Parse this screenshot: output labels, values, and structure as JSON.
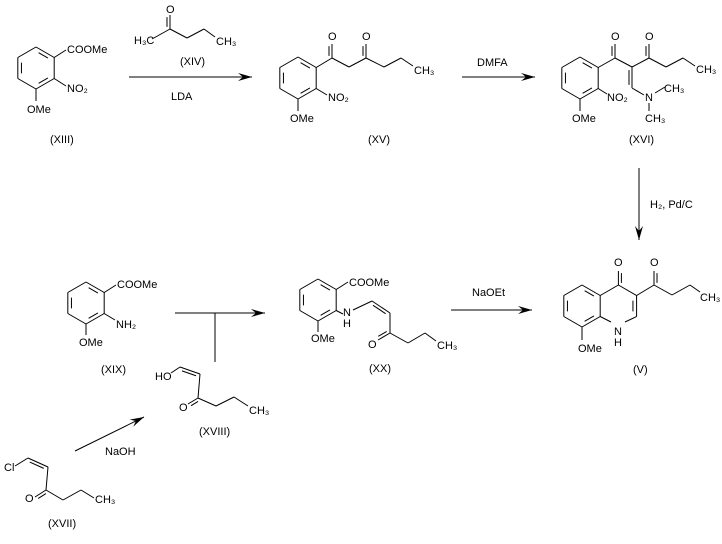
{
  "compounds": {
    "XIII": {
      "label": "(XIII)",
      "ester": "COOMe",
      "nitro": "NO₂",
      "methoxy": "OMe"
    },
    "XIV": {
      "label": "(XIV)",
      "left_methyl": "H₃C",
      "oxygen": "O",
      "right_methyl": "CH₃"
    },
    "XV": {
      "label": "(XV)",
      "oxygen1": "O",
      "oxygen2": "O",
      "methyl": "CH₃",
      "nitro": "NO₂",
      "methoxy": "OMe"
    },
    "XVI": {
      "label": "(XVI)",
      "oxygen1": "O",
      "oxygen2": "O",
      "methyl": "CH₃",
      "nitro": "NO₂",
      "methoxy": "OMe",
      "nitrogen": "N",
      "n_methyl1": "CH₃",
      "n_methyl2": "CH₃"
    },
    "XIX": {
      "label": "(XIX)",
      "ester": "COOMe",
      "amine": "NH₂",
      "methoxy": "OMe"
    },
    "XVIII": {
      "label": "(XVIII)",
      "hydroxy": "HO",
      "oxygen": "O",
      "methyl": "CH₃"
    },
    "XVII": {
      "label": "(XVII)",
      "chloro": "Cl",
      "oxygen": "O",
      "methyl": "CH₃"
    },
    "XX": {
      "label": "(XX)",
      "ester": "COOMe",
      "nitrogen": "N",
      "hydrogen": "H",
      "methoxy": "OMe",
      "oxygen": "O",
      "methyl": "CH₃"
    },
    "V": {
      "label": "(V)",
      "oxygen1": "O",
      "oxygen2": "O",
      "methyl": "CH₃",
      "nitrogen": "N",
      "hydrogen": "H",
      "methoxy": "OMe"
    }
  },
  "reagents": {
    "step1": "LDA",
    "step2": "DMFA",
    "step3": "H₂, Pd/C",
    "step4": "NaOH",
    "step5": "NaOEt"
  }
}
